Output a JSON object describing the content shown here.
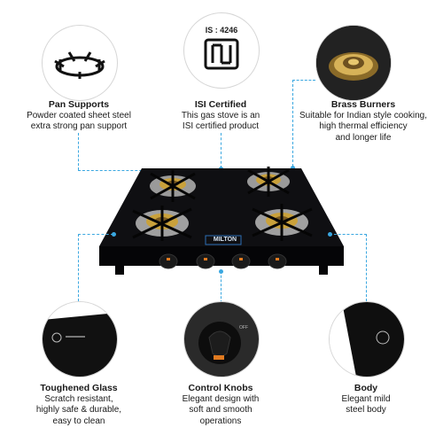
{
  "features": [
    {
      "title": "Pan Supports",
      "desc1": "Powder coated sheet steel",
      "desc2": "extra strong pan support"
    },
    {
      "title": "ISI Certified",
      "desc1": "This gas stove is an",
      "desc2": "ISI certified product"
    },
    {
      "title": "Brass Burners",
      "desc1": "Suitable for Indian style cooking,",
      "desc2": "high thermal efficiency",
      "desc3": "and longer life"
    },
    {
      "title": "Toughened Glass",
      "desc1": "Scratch resistant,",
      "desc2": "highly safe & durable,",
      "desc3": "easy to clean"
    },
    {
      "title": "Control Knobs",
      "desc1": "Elegant design with",
      "desc2": "soft and smooth",
      "desc3": "operations"
    },
    {
      "title": "Body",
      "desc1": "Elegant mild",
      "desc2": "steel body"
    }
  ],
  "isi_mark": "IS : 4246",
  "brand": "MILTON",
  "colors": {
    "accent": "#3aa7e0",
    "stove": "#0f0f12",
    "brass": "#c9a13b"
  }
}
